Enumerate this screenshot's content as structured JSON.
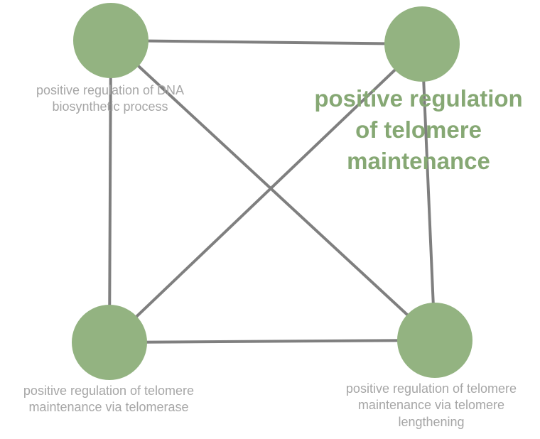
{
  "colors": {
    "node_fill": "#93b381",
    "edge": "#7f7f7f",
    "label": "#a6a6a6",
    "highlight_label": "#86a874"
  },
  "nodes": [
    {
      "id": "dna-biosynthesis",
      "label_lines": [
        "positive regulation of DNA",
        "biosynthetic process"
      ],
      "highlight": false
    },
    {
      "id": "telomere-maintenance",
      "label_lines": [
        "positive regulation",
        "of telomere",
        "maintenance"
      ],
      "highlight": true
    },
    {
      "id": "via-telomerase",
      "label_lines": [
        "positive regulation of telomere",
        "maintenance via telomerase"
      ],
      "highlight": false
    },
    {
      "id": "via-lengthening",
      "label_lines": [
        "positive regulation of telomere",
        "maintenance via telomere",
        "lengthening"
      ],
      "highlight": false
    }
  ],
  "edges": [
    [
      "dna-biosynthesis",
      "telomere-maintenance"
    ],
    [
      "dna-biosynthesis",
      "via-telomerase"
    ],
    [
      "dna-biosynthesis",
      "via-lengthening"
    ],
    [
      "telomere-maintenance",
      "via-telomerase"
    ],
    [
      "telomere-maintenance",
      "via-lengthening"
    ],
    [
      "via-telomerase",
      "via-lengthening"
    ]
  ]
}
